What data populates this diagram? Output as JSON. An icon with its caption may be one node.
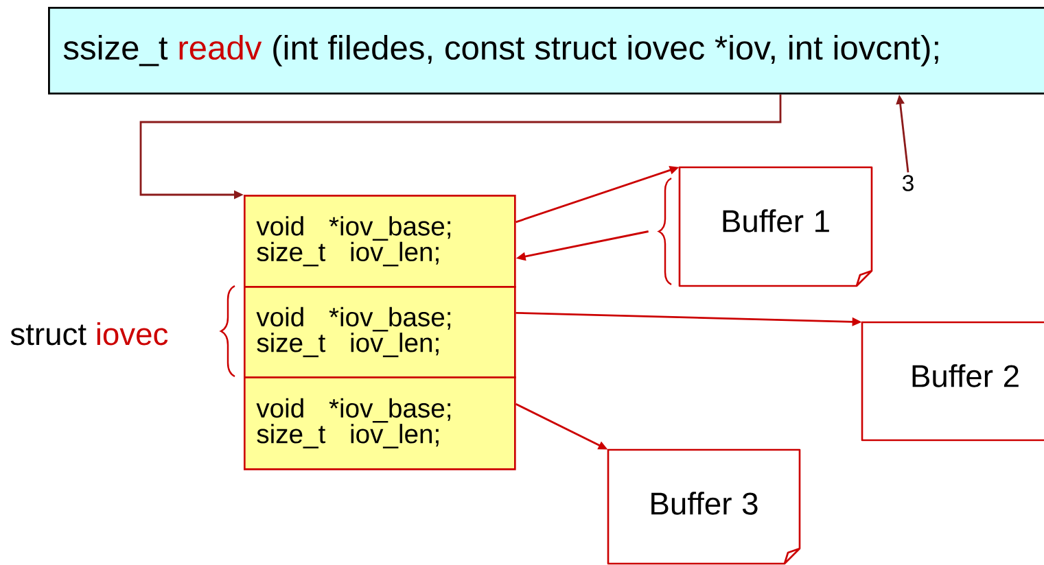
{
  "diagram": {
    "nodes": [
      {
        "text": [
          "ssize_t",
          "readv",
          "(int filedes, const struct iovec *iov, int iovcnt);"
        ]
      },
      {
        "text": [
          "void *iov_base;",
          "size_t iov_len;"
        ]
      },
      {
        "text": [
          "void *iov_base;",
          "size_t iov_len;"
        ]
      },
      {
        "text": [
          "void *iov_base;",
          "size_t iov_len;"
        ]
      },
      {
        "text": [
          "Buffer 1"
        ]
      },
      {
        "text": [
          "Buffer 2"
        ]
      },
      {
        "text": [
          "Buffer 3"
        ]
      },
      {
        "text": [
          "3"
        ]
      }
    ],
    "edges": [
      {
        "from": 0,
        "to": 1,
        "arrow": "to",
        "color": "#8b1a1a"
      },
      {
        "from": 1,
        "to": 4,
        "arrow": "to"
      },
      {
        "from": 4,
        "to": 1,
        "arrow": "to"
      },
      {
        "from": 2,
        "to": 5,
        "arrow": "to"
      },
      {
        "from": 3,
        "to": 6,
        "arrow": "to"
      },
      {
        "from": 7,
        "to": 0,
        "arrow": "to",
        "color": "#8b1a1a"
      }
    ],
    "labels": [
      "struct",
      "iovec"
    ]
  }
}
